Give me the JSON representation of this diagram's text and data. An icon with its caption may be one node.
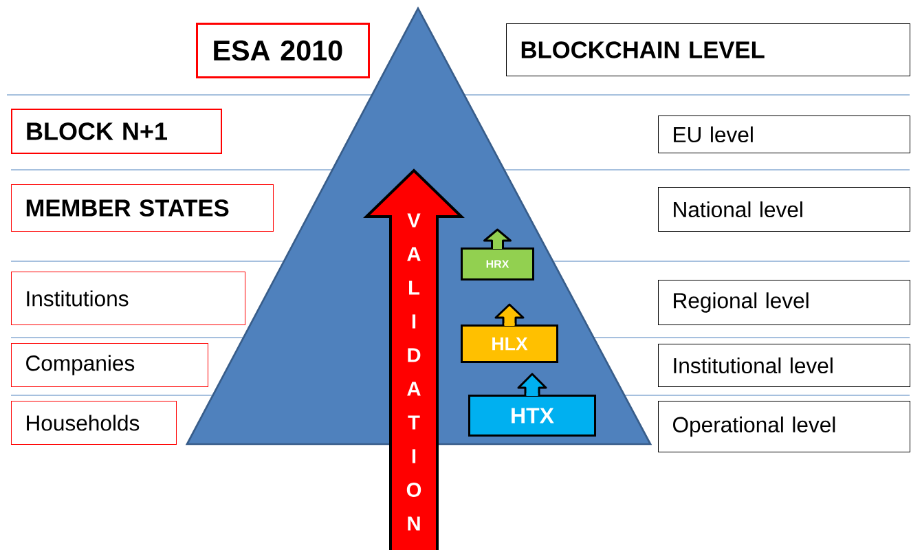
{
  "diagram": {
    "nodes": [
      {
        "text": [
          "ESA 2010"
        ]
      },
      {
        "text": [
          "BLOCKCHAIN LEVEL"
        ]
      },
      {
        "text": [],
        "shape": "triangle"
      },
      {
        "text": [
          "BLOCK N+1"
        ]
      },
      {
        "text": [
          "EU level"
        ]
      },
      {
        "text": [
          "MEMBER STATES"
        ]
      },
      {
        "text": [
          "VALIDATION"
        ]
      },
      {
        "text": [
          "National level"
        ]
      },
      {
        "text": [
          "HRX"
        ],
        "in": 2
      },
      {
        "text": [
          "Institutions"
        ]
      },
      {
        "text": [
          "Regional level"
        ]
      },
      {
        "text": [
          "HLX"
        ],
        "in": 2
      },
      {
        "text": [
          "Companies"
        ]
      },
      {
        "text": [
          "Institutional level"
        ]
      },
      {
        "text": [
          "HTX"
        ],
        "in": 2
      },
      {
        "text": [
          "Households"
        ]
      },
      {
        "text": [
          "Operational level"
        ]
      }
    ]
  }
}
